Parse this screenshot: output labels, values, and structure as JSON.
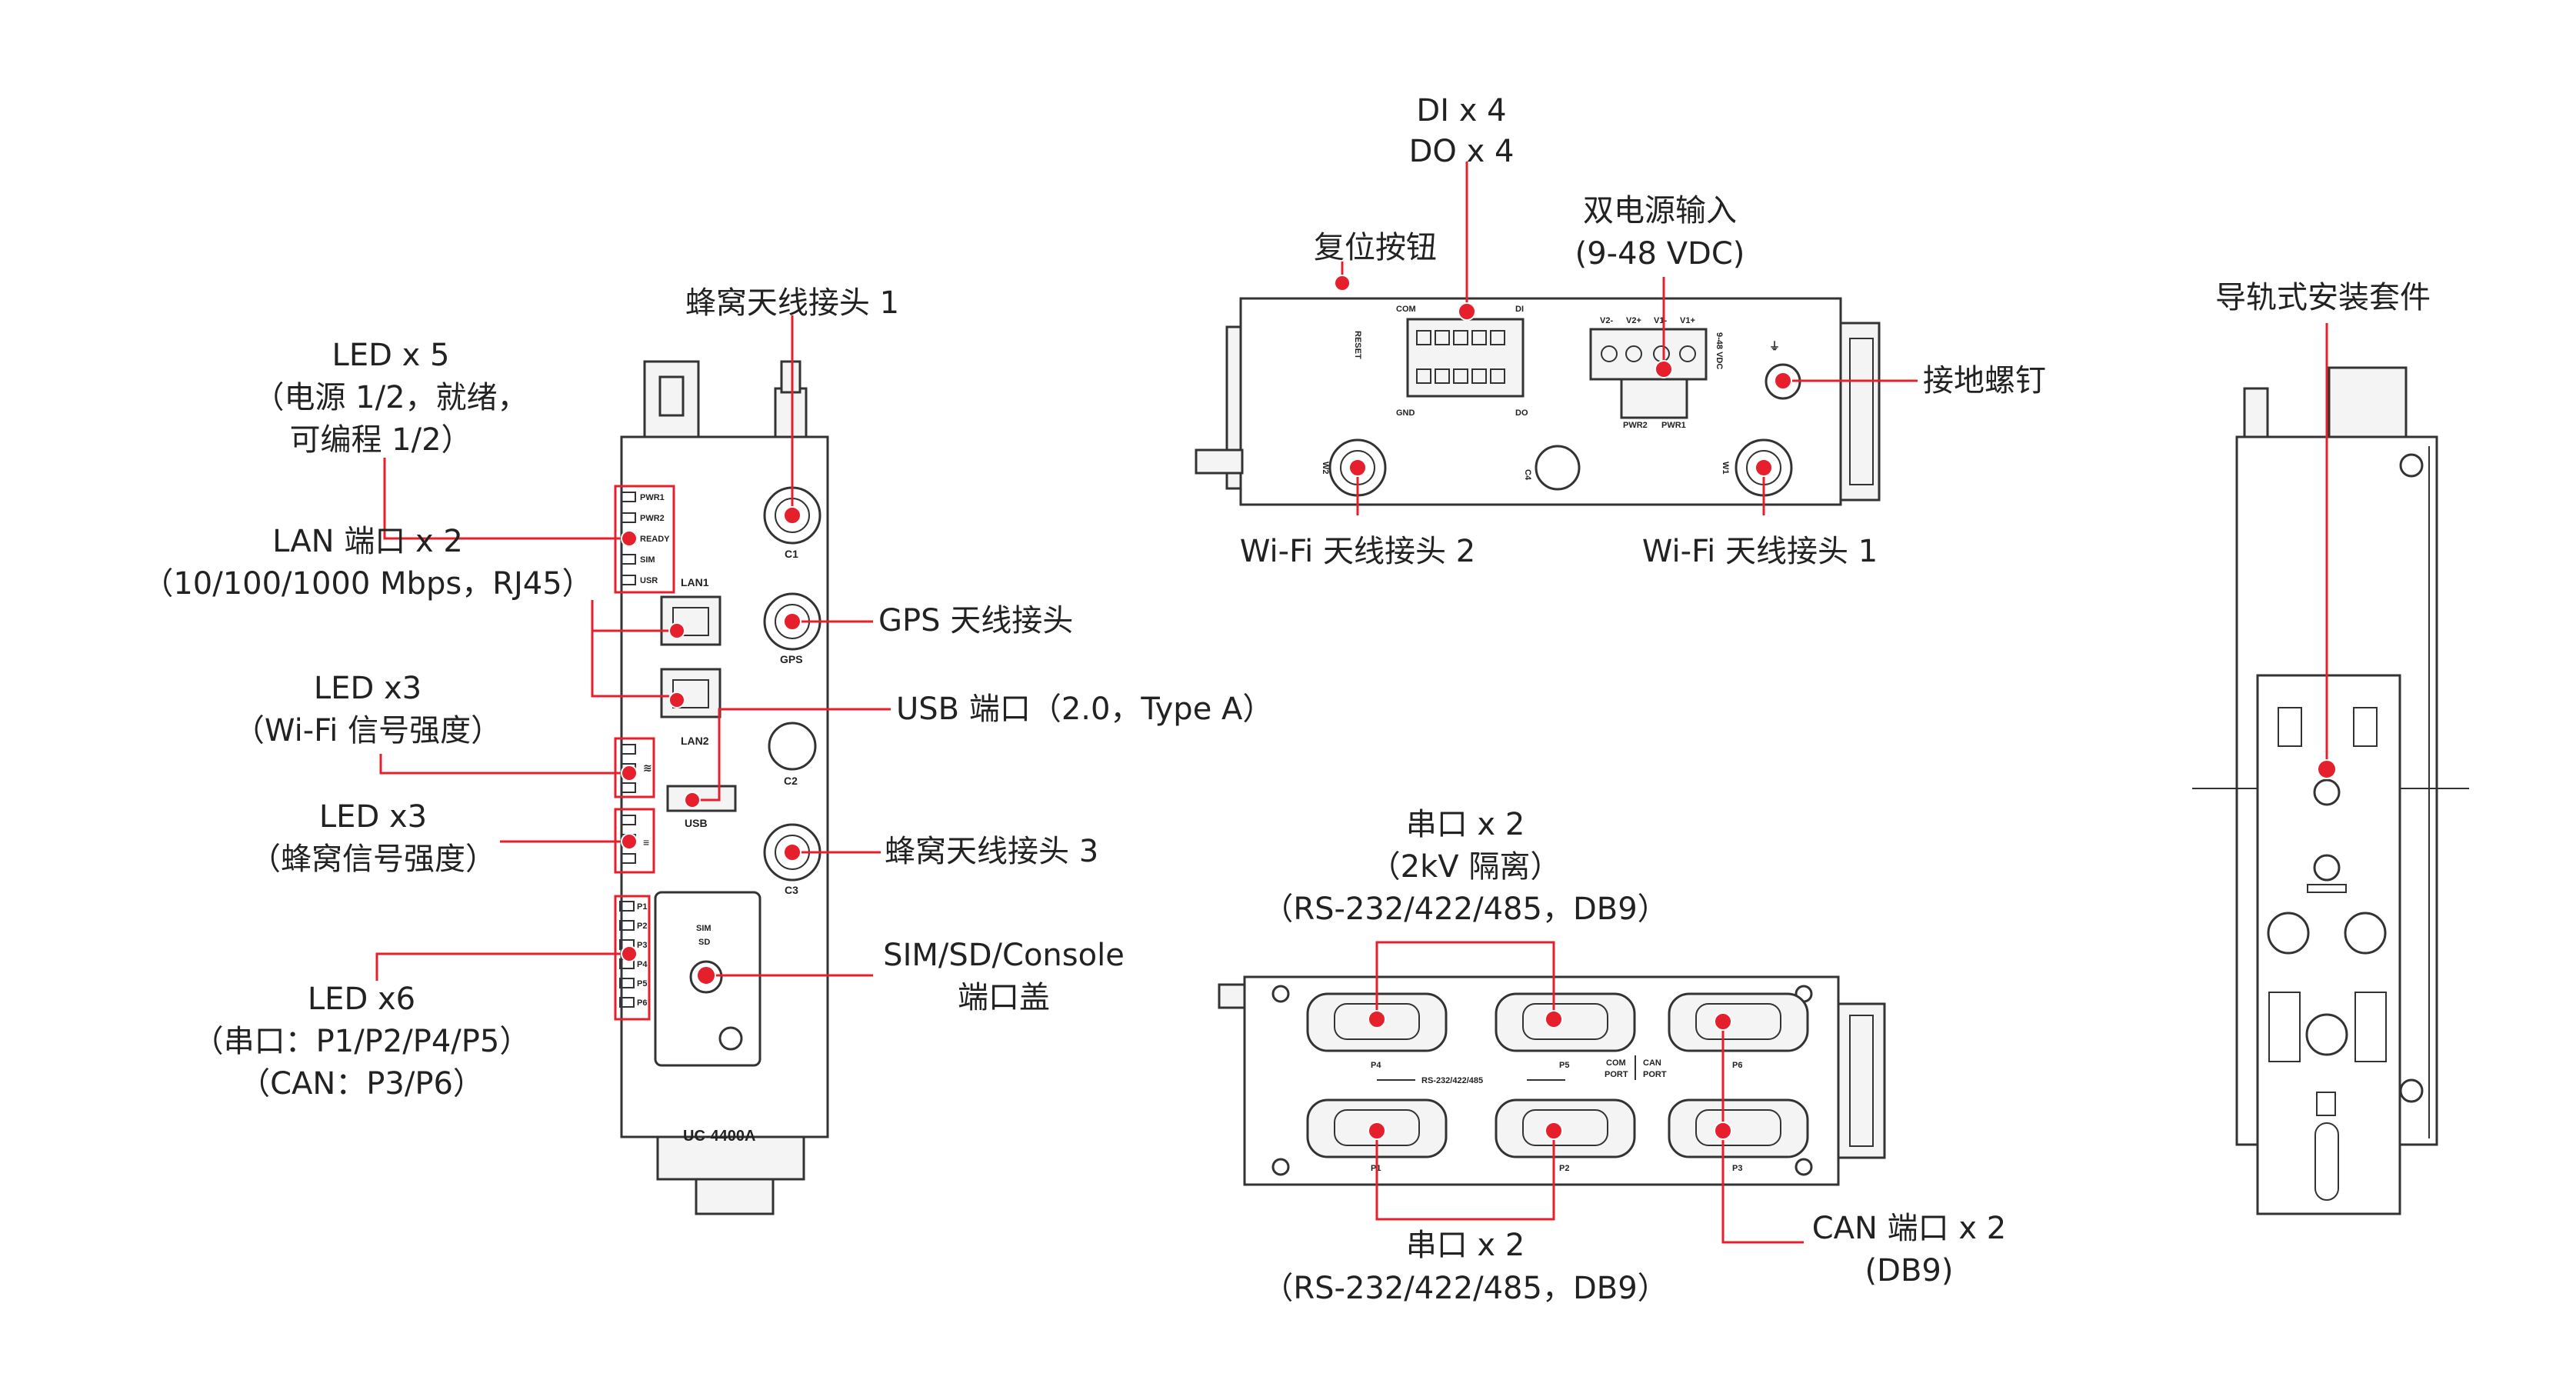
{
  "labels": {
    "cell_antenna_1_top": "蜂窝天线接头 1",
    "led_x5_l1": "LED x 5",
    "led_x5_l2": "（电源 1/2，就绪，",
    "led_x5_l3": "可编程 1/2）",
    "lan_l1": "LAN 端口 x 2",
    "lan_l2": "（10/100/1000 Mbps，RJ45）",
    "led_wifi_l1": "LED x3",
    "led_wifi_l2": "（Wi-Fi 信号强度）",
    "led_cell_l1": "LED x3",
    "led_cell_l2": "（蜂窝信号强度）",
    "led_x6_l1": "LED x6",
    "led_x6_l2": "（串口：P1/P2/P4/P5）",
    "led_x6_l3": "（CAN：P3/P6）",
    "gps": "GPS 天线接头",
    "usb": "USB 端口（2.0，Type A）",
    "cell_antenna_3": "蜂窝天线接头 3",
    "sim_cover_l1": "SIM/SD/Console",
    "sim_cover_l2": "端口盖",
    "dio_l1": "DI x 4",
    "dio_l2": "DO x 4",
    "reset": "复位按钮",
    "power_l1": "双电源输入",
    "power_l2": "(9-48 VDC)",
    "ground": "接地螺钉",
    "wifi2": "Wi-Fi 天线接头 2",
    "wifi1": "Wi-Fi 天线接头 1",
    "serial_iso_l1": "串口 x 2",
    "serial_iso_l2": "（2kV 隔离）",
    "serial_iso_l3": "（RS-232/422/485，DB9）",
    "serial_l1": "串口 x 2",
    "serial_l2": "（RS-232/422/485，DB9）",
    "can_l1": "CAN 端口 x 2",
    "can_l2": "(DB9)",
    "din_rail": "导轨式安装套件"
  },
  "device_text": {
    "led_pwr1": "PWR1",
    "led_pwr2": "PWR2",
    "led_ready": "READY",
    "led_sim": "SIM",
    "led_usr": "USR",
    "lan1": "LAN1",
    "lan2": "LAN2",
    "usb": "USB",
    "c1": "C1",
    "gps": "GPS",
    "c2": "C2",
    "c3": "C3",
    "p1": "P1",
    "p2": "P2",
    "p3": "P3",
    "p4": "P4",
    "p5": "P5",
    "p6": "P6",
    "cover_sim": "SIM",
    "cover_sd": "SD",
    "model": "UC-4400A",
    "reset": "RESET",
    "com": "COM",
    "gnd": "GND",
    "di": "DI",
    "do": "DO",
    "v2m": "V2-",
    "v2p": "V2+",
    "v1m": "V1-",
    "v1p": "V1+",
    "vdc": "9-48 VDC",
    "pwr2": "PWR2",
    "pwr1": "PWR1",
    "c4": "C4",
    "w2": "W2",
    "w1": "W1",
    "port_p4": "P4",
    "port_p5": "P5",
    "port_p6": "P6",
    "port_p1": "P1",
    "port_p2": "P2",
    "port_p3": "P3",
    "rs_bracket": "RS-232/422/485",
    "com_port_l1": "COM",
    "com_port_l2": "PORT",
    "can_port_l1": "CAN",
    "can_port_l2": "PORT"
  },
  "colors": {
    "accent": "#e5202c",
    "outline": "#333333"
  }
}
